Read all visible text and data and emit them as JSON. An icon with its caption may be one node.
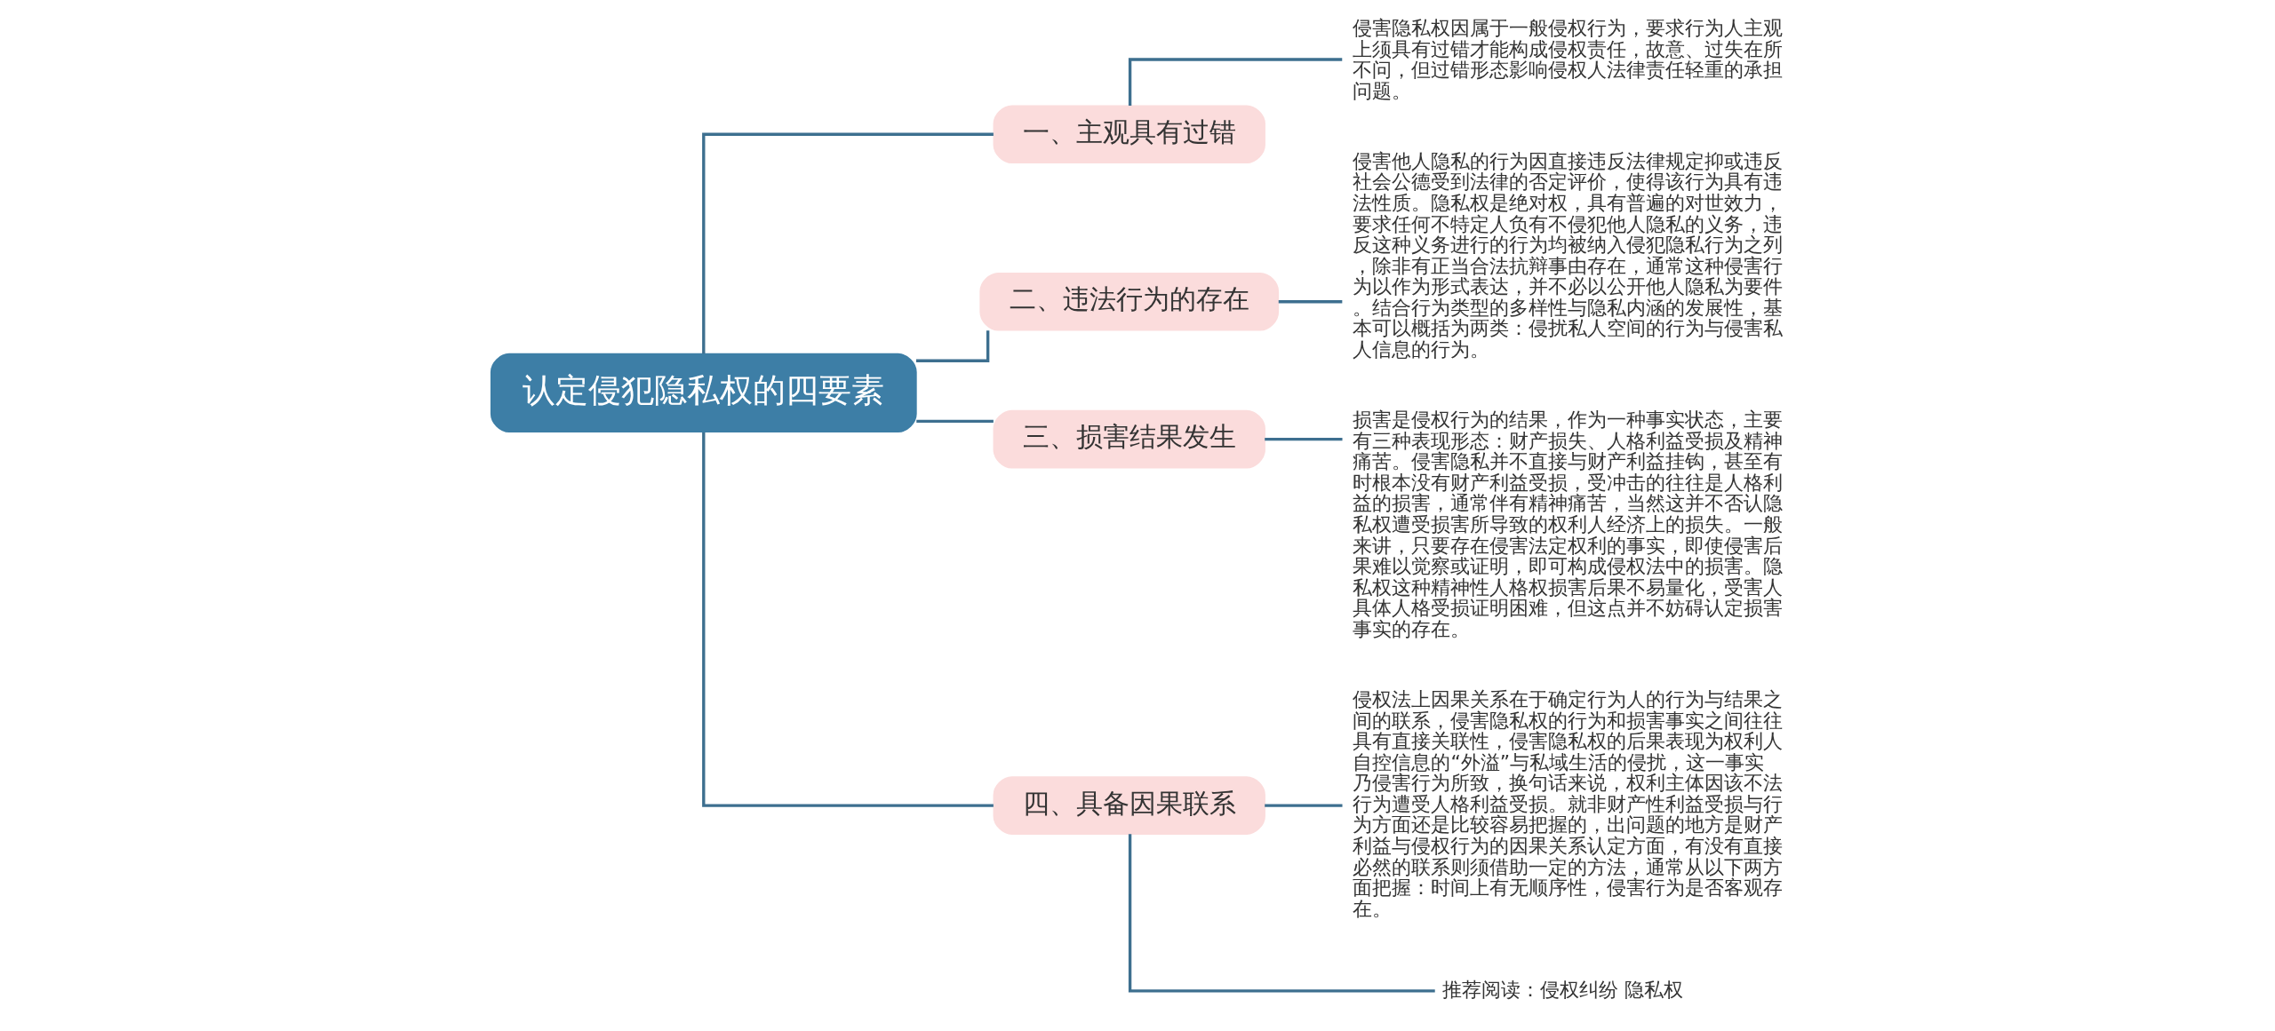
{
  "diagram": {
    "nodes": [
      {
        "text": [
          "认定侵犯隐私权的四要素"
        ]
      },
      {
        "text": [
          "一、主观具有过错"
        ]
      },
      {
        "text": [
          "侵害隐私权因属于一般侵权行为，要求行为人主观上须具有过错才能构成侵权责任，故意、过失在所不问，但过错形态影响侵权人法律责任轻重的承担问题。"
        ]
      },
      {
        "text": [
          "二、违法行为的存在"
        ]
      },
      {
        "text": [
          "侵害他人隐私的行为因直接违反法律规定抑或违反社会公德受到法律的否定评价，使得该行为具有违法性质。隐私权是绝对权，具有普遍的对世效力，要求任何不特定人负有不侵犯他人隐私的义务，违反这种义务进行的行为均被纳入侵犯隐私行为之列，除非有正当合法抗辩事由存在，通常这种侵害行为以作为形式表达，并不必以公开他人隐私为要件。结合行为类型的多样性与隐私内涵的发展性，基本可以概括为两类：侵扰私人空间的行为与侵害私人信息的行为。"
        ]
      },
      {
        "text": [
          "三、损害结果发生"
        ]
      },
      {
        "text": [
          "损害是侵权行为的结果，作为一种事实状态，主要有三种表现形态：财产损失、人格利益受损及精神痛苦。侵害隐私并不直接与财产利益挂钩，甚至有时根本没有财产利益受损，受冲击的往往是人格利益的损害，通常伴有精神痛苦，当然这并不否认隐私权遭受损害所导致的权利人经济上的损失。一般来讲，只要存在侵害法定权利的事实，即使侵害后果难以觉察或证明，即可构成侵权法中的损害。隐私权这种精神性人格权损害后果不易量化，受害人具体人格受损证明困难，但这点并不妨碍认定损害事实的存在。"
        ]
      },
      {
        "text": [
          "四、具备因果联系"
        ]
      },
      {
        "text": [
          "侵权法上因果关系在于确定行为人的行为与结果之间的联系，侵害隐私权的行为和损害事实之间往往具有直接关联性，侵害隐私权的后果表现为权利人自控信息的“外溢”与私域生活的侵扰，这一事实乃侵害行为所致，换句话来说，权利主体因该不法行为遭受人格利益受损。就非财产性利益受损与行为方面还是比较容易把握的，出问题的地方是财产利益与侵权行为的因果关系认定方面，有没有直接必然的联系则须借助一定的方法，通常从以下两方面把握：时间上有无顺序性，侵害行为是否客观存在。"
        ]
      },
      {
        "text": [
          "推荐阅读：侵权纠纷 隐私权"
        ]
      }
    ],
    "edges": [
      {
        "from": 0,
        "to": 1,
        "arrow": "none"
      },
      {
        "from": 1,
        "to": 2,
        "arrow": "none"
      },
      {
        "from": 0,
        "to": 3,
        "arrow": "none"
      },
      {
        "from": 3,
        "to": 4,
        "arrow": "none"
      },
      {
        "from": 0,
        "to": 5,
        "arrow": "none"
      },
      {
        "from": 5,
        "to": 6,
        "arrow": "none"
      },
      {
        "from": 0,
        "to": 7,
        "arrow": "none"
      },
      {
        "from": 7,
        "to": 8,
        "arrow": "none"
      },
      {
        "from": 7,
        "to": 9,
        "arrow": "none"
      }
    ]
  }
}
